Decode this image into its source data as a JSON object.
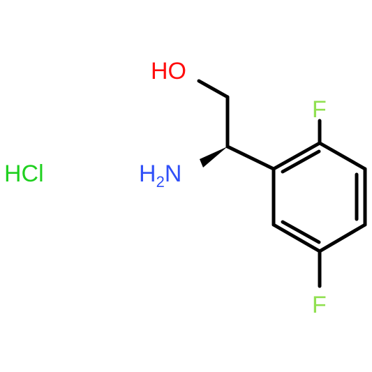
{
  "structure": {
    "atoms": {
      "hydroxyl": {
        "text": "HO",
        "color": "#ff0d0d"
      },
      "amine": {
        "main": "H",
        "sub": "2",
        "tail": "N",
        "color": "#3050f8"
      },
      "fluorine_top": {
        "text": "F",
        "color": "#90e050"
      },
      "fluorine_bottom": {
        "text": "F",
        "color": "#90e050"
      },
      "salt": {
        "text": "HCl",
        "color": "#1fd01f"
      }
    },
    "bond_color": "#000000"
  }
}
